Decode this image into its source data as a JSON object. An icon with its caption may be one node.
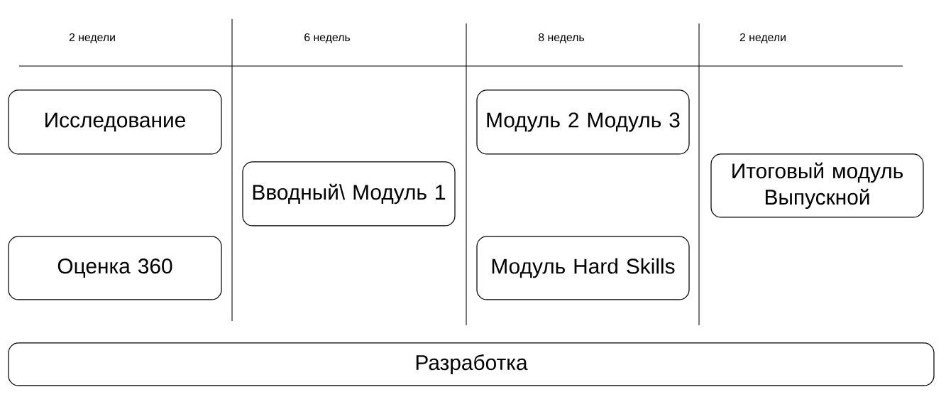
{
  "diagram": {
    "nodes": [
      {
        "text": [
          "Исследование"
        ]
      },
      {
        "text": [
          "Оценка 360"
        ]
      },
      {
        "text": [
          "Вводный\\ Модуль 1"
        ]
      },
      {
        "text": [
          "Модуль 2 Модуль 3"
        ]
      },
      {
        "text": [
          "Модуль Hard Skills"
        ]
      },
      {
        "text": [
          "Итоговый модуль Выпускной"
        ]
      },
      {
        "text": [
          "Разработка"
        ]
      }
    ],
    "edges": [],
    "labels": [
      "2 недели",
      "6 недель",
      "8 недель",
      "2 недели"
    ]
  }
}
